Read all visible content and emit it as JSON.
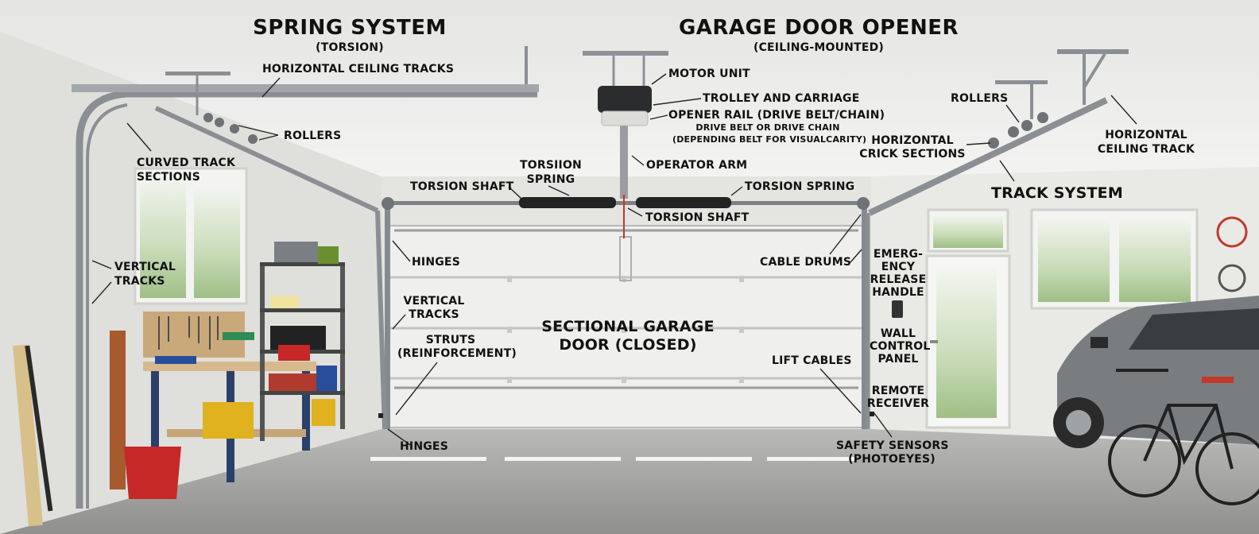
{
  "headings": {
    "spring_system": "SPRING SYSTEM",
    "spring_system_sub": "(TORSION)",
    "opener": "GARAGE DOOR OPENER",
    "opener_sub": "(CEILING-MOUNTED)",
    "track_system": "TRACK SYSTEM",
    "door_line1": "SECTIONAL GARAGE",
    "door_line2": "DOOR (CLOSED)"
  },
  "labels": {
    "horizontal_ceiling_tracks": "HORIZONTAL CEILING TRACKS",
    "rollers_left": "ROLLERS",
    "curved_track_1": "CURVED TRACK",
    "curved_track_2": "SECTIONS",
    "vertical_tracks_left_1": "VERTICAL",
    "vertical_tracks_left_2": "TRACKS",
    "motor_unit": "MOTOR UNIT",
    "trolley_carriage": "TROLLEY AND CARRIAGE",
    "opener_rail": "OPENER RAIL (DRIVE BELT/CHAIN)",
    "opener_rail_sub1": "DRIVE BELT OR DRIVE CHAIN",
    "opener_rail_sub2": "(DEPENDING BELT FOR VISUALCARITY)",
    "operator_arm": "OPERATOR ARM",
    "torsion_spring_a1": "TORSIION",
    "torsion_spring_a2": "SPRING",
    "torsion_shaft_left": "TORSION SHAFT",
    "torsion_spring_right": "TORSION SPRING",
    "torsion_shaft_center": "TORSION SHAFT",
    "hinges_top": "HINGES",
    "vertical_tracks_mid_1": "VERTICAL",
    "vertical_tracks_mid_2": "TRACKS",
    "struts_1": "STRUTS",
    "struts_2": "(REINFORCEMENT)",
    "hinges_bottom": "HINGES",
    "cable_drums": "CABLE DRUMS",
    "lift_cables": "LIFT CABLES",
    "safety_sensors_1": "SAFETY SENSORS",
    "safety_sensors_2": "(PHOTOEYES)",
    "emergency_1": "EMERG-",
    "emergency_2": "ENCY",
    "emergency_3": "RELEASE",
    "emergency_4": "HANDLE",
    "wall_control_1": "WALL",
    "wall_control_2": "CONTROL",
    "wall_control_3": "PANEL",
    "remote_1": "REMOTE",
    "remote_2": "RECEIVER",
    "rollers_right": "ROLLERS",
    "horizontal_crick_1": "HORIZONTAL",
    "horizontal_crick_2": "CRICK SECTIONS",
    "horizontal_ceiling_track_1": "HORIZONTAL",
    "horizontal_ceiling_track_2": "CEILING TRACK"
  },
  "colors": {
    "wall": "#e6e6e3",
    "ceiling": "#efefed",
    "floor": "#a9aaa8",
    "door": "#ececea",
    "track": "#8e9297",
    "spring": "#2a2a2a",
    "label": "#111111",
    "car": "#6d7073"
  }
}
